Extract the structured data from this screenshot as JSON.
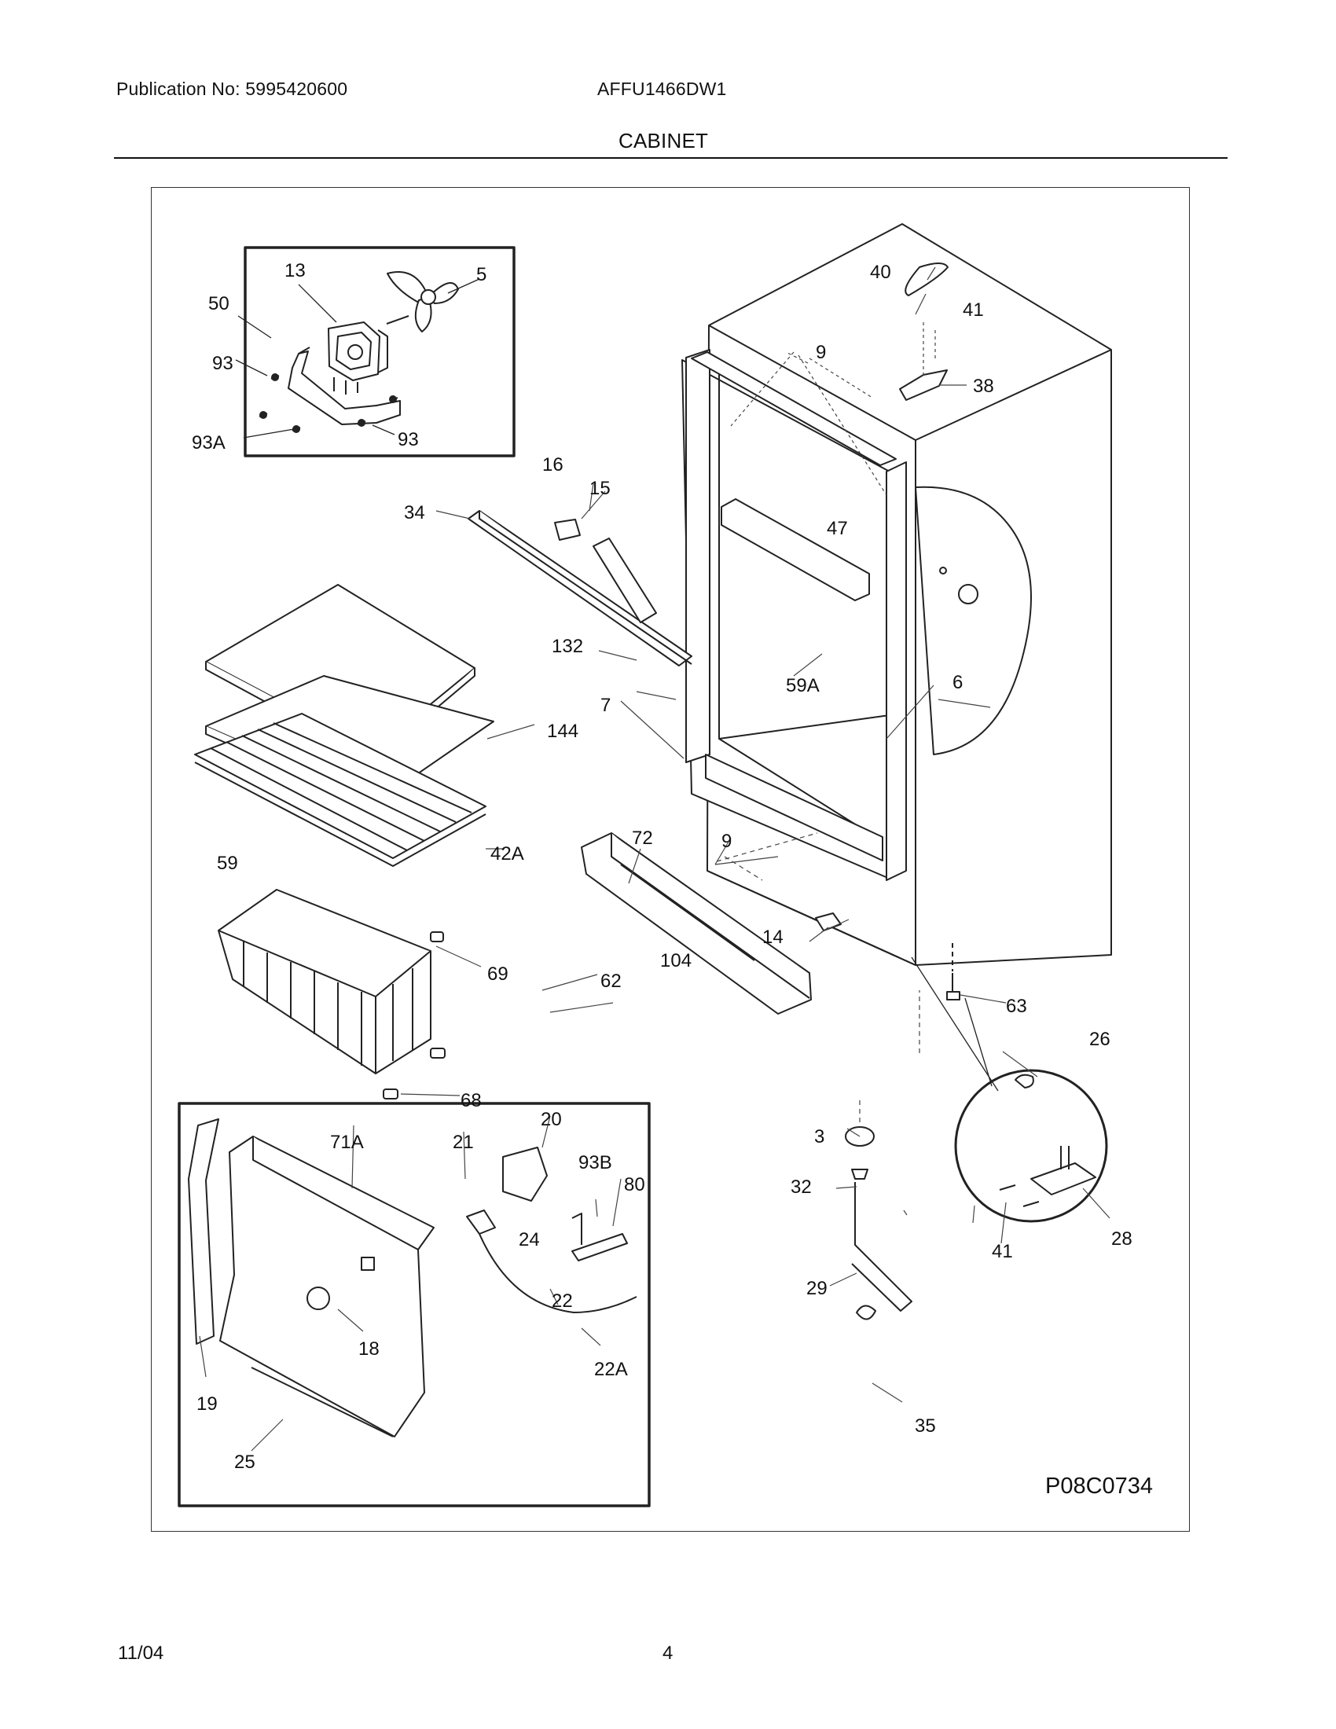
{
  "header": {
    "publication": "Publication No: 5995420600",
    "model": "AFFU1466DW1",
    "section": "CABINET"
  },
  "diagram": {
    "drawing_code": "P08C0734",
    "callouts": [
      "13",
      "5",
      "50",
      "93",
      "93A",
      "93",
      "40",
      "41",
      "9",
      "38",
      "16",
      "15",
      "34",
      "47",
      "132",
      "7",
      "59A",
      "6",
      "144",
      "42A",
      "72",
      "9",
      "59",
      "14",
      "69",
      "104",
      "62",
      "63",
      "68",
      "26",
      "20",
      "71A",
      "21",
      "93B",
      "80",
      "3",
      "32",
      "24",
      "22",
      "28",
      "41",
      "29",
      "18",
      "22A",
      "19",
      "35",
      "25"
    ]
  },
  "footer": {
    "date": "11/04",
    "page": "4"
  }
}
